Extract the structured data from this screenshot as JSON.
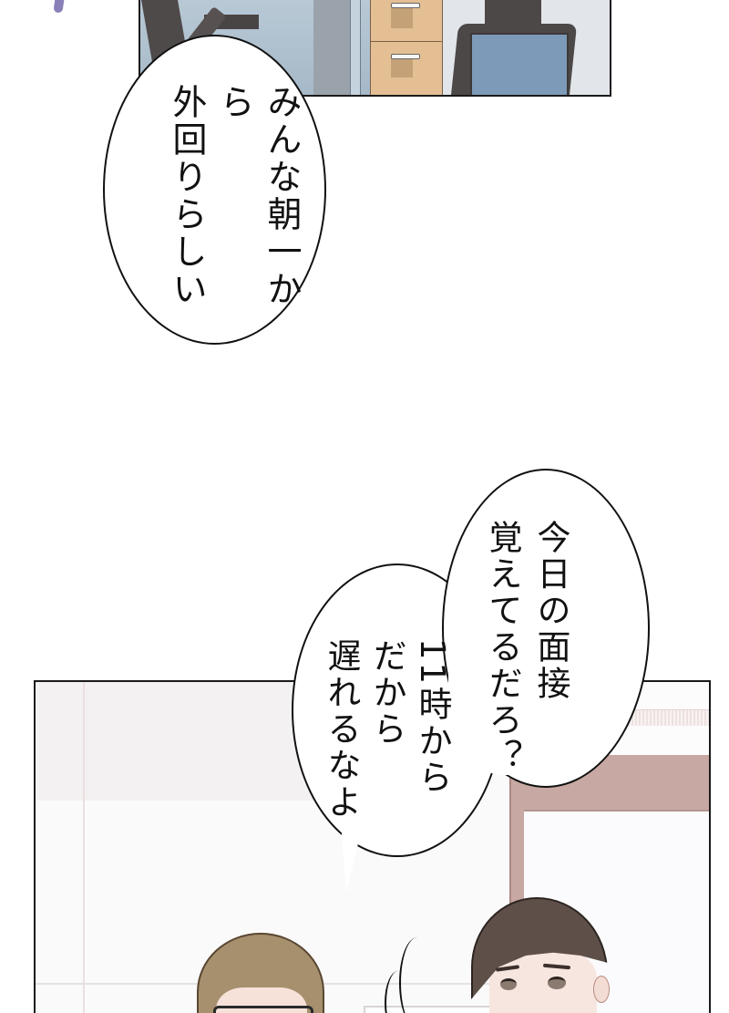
{
  "page": {
    "type": "webtoon-panel-strip",
    "background": "#ffffff"
  },
  "panels": [
    {
      "id": "top-panel",
      "scene": "office-desks-chairs",
      "colors": {
        "wall": "#b9c9d6",
        "cabinet": "#e4bf93",
        "chair": "#4d4848",
        "seat": "#7d9ab8"
      }
    },
    {
      "id": "bottom-panel",
      "scene": "two-men-office",
      "colors": {
        "wall": "#fbfafa",
        "shelf": "#c7a8a2",
        "hair_left": "#a6906e",
        "hair_right": "#5e5049"
      }
    }
  ],
  "bubbles": [
    {
      "id": "bubble-1",
      "shape": "oval",
      "lines": [
        "みんな朝一から",
        "外回りらしい"
      ]
    },
    {
      "id": "bubble-2",
      "shape": "double-lobe",
      "lines": [
        "今日の面接",
        "覚えてるだろ？",
        "11時から",
        "だから",
        "遅れるなよ"
      ]
    }
  ],
  "decor": {
    "stroke_color": "#8a80b8"
  }
}
